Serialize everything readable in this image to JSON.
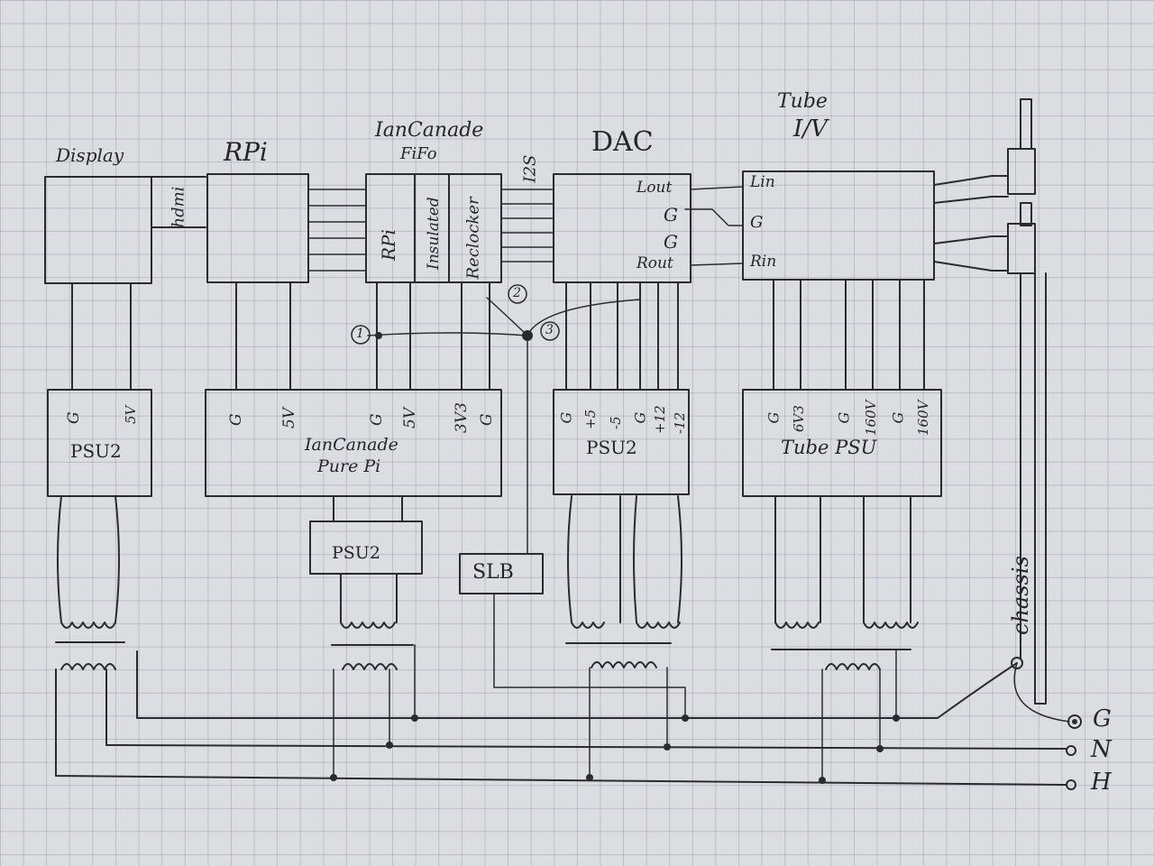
{
  "blocks": {
    "display": "Display",
    "rpi": "RPi",
    "fifo_line1": "IanCanade",
    "fifo_line2": "FiFo",
    "dac": "DAC",
    "tube_line1": "Tube",
    "tube_line2": "I/V"
  },
  "fifo_sections": [
    "RPi",
    "Insulated",
    "Reclocker"
  ],
  "link_labels": {
    "hdmi": "hdmi",
    "i2s": "I2S",
    "chassis": "chassis"
  },
  "dac_pins": {
    "lout": "Lout",
    "g1": "G",
    "g2": "G",
    "rout": "Rout"
  },
  "tube_pins": {
    "lin": "Lin",
    "g": "G",
    "rin": "Rin"
  },
  "nodes": [
    "1",
    "2",
    "3"
  ],
  "psu_display": {
    "name": "PSU2",
    "pins": [
      "G",
      "5V"
    ]
  },
  "pure_pi": {
    "name_line1": "IanCanade",
    "name_line2": "Pure Pi",
    "pins": [
      "G",
      "5V",
      "G",
      "5V",
      "3V3",
      "G"
    ]
  },
  "psu_small": {
    "name": "PSU2"
  },
  "slb": {
    "name": "SLB"
  },
  "psu_dac": {
    "name": "PSU2",
    "pins": [
      "G",
      "+5",
      "-5",
      "G",
      "+12",
      "-12"
    ]
  },
  "tube_psu": {
    "name": "Tube PSU",
    "pins": [
      "G",
      "6V3",
      "G",
      "160V",
      "G",
      "160V"
    ]
  },
  "mains": [
    "G",
    "N",
    "H"
  ]
}
